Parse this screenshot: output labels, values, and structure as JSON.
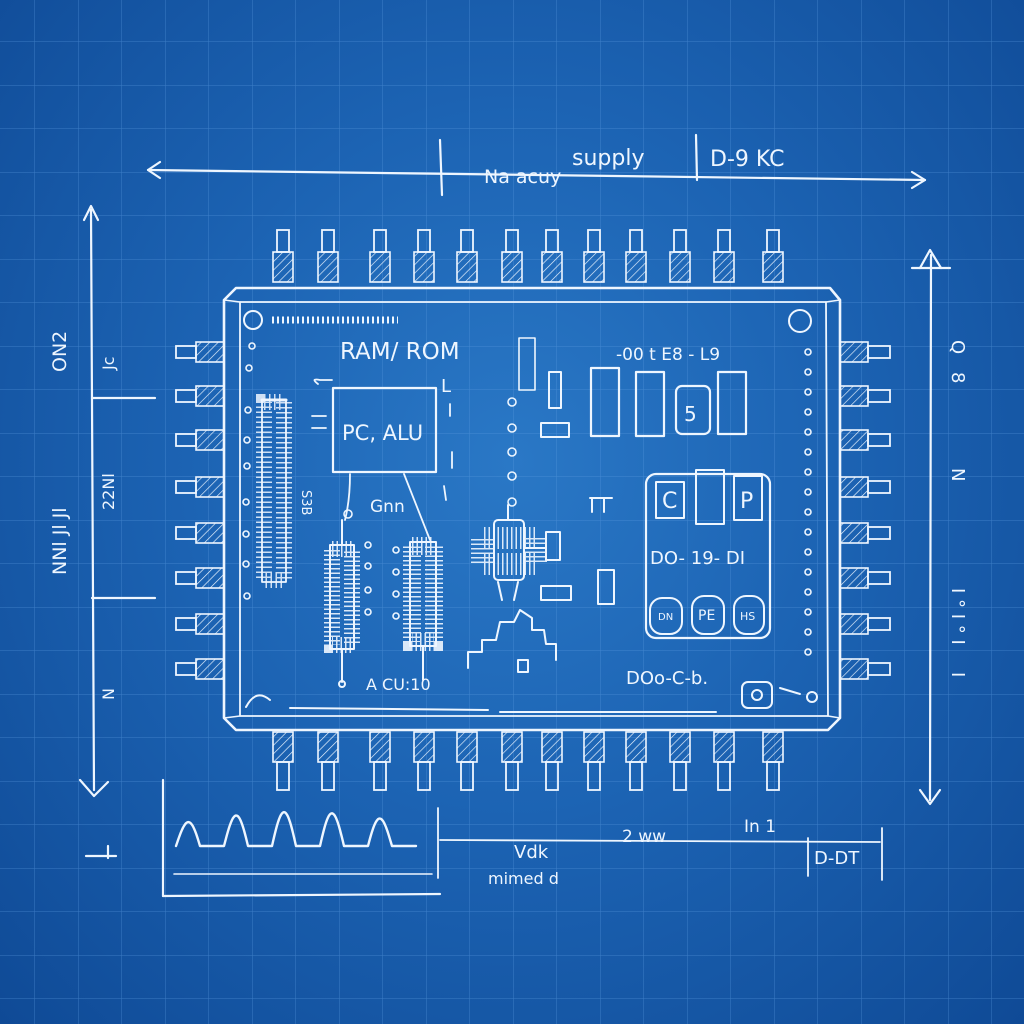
{
  "colors": {
    "background": "#1c63b3",
    "grid": "#5b9ae0",
    "ink": "#eef6ff"
  },
  "dimensions": {
    "top_left": "Na acuy",
    "top_center": "supply",
    "top_right": "D-9 KC",
    "left_1": "ON2",
    "left_2": "NNl Jl Jl",
    "left_3": "Jc",
    "left_4": "22Nl",
    "left_5": "N",
    "right_1": "Q",
    "right_2": "8",
    "right_3": "N",
    "right_4": "I ° I ° I",
    "right_5": "I"
  },
  "board": {
    "memory_label": "RAM/ ROM",
    "cpu_label": "PC, ALU",
    "cpu_side_label": "L",
    "gnd_label": "Gnn",
    "small_label_1": "S3B",
    "pin_label": "10",
    "top_right_label": "-00 t E8 - L9",
    "chip_5": "5",
    "chip_c": "C",
    "chip_p": "P",
    "chip_middle_label": "DO-  19- DI",
    "button_1": "DN",
    "button_2": "PE",
    "button_3": "HS",
    "bottom_label_left": "A  CU:10",
    "bottom_label_right": "DOo-C-b."
  },
  "waveform": {
    "label_1": "Vdk",
    "label_2": "mimed d",
    "label_3": "2  ww",
    "label_4": "In 1",
    "label_5": "D-DT"
  }
}
